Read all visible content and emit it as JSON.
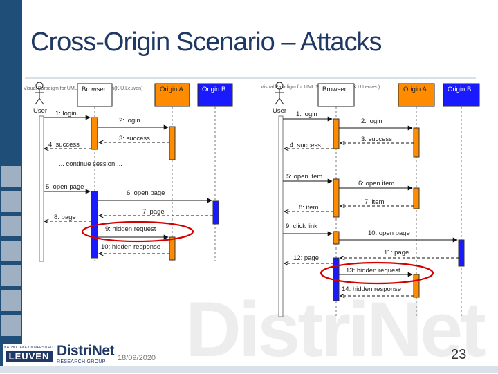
{
  "slide": {
    "title": "Cross-Origin Scenario – Attacks",
    "date": "18/09/2020",
    "page_number": "23",
    "watermark": "DistriNet"
  },
  "branding": {
    "university_top": "KATHOLIEKE UNIVERSITEIT",
    "university_name": "LEUVEN",
    "group_name": "DistriNet",
    "group_sub": "RESEARCH GROUP"
  },
  "colors": {
    "theme_blue": "#1f3864",
    "origin_a": "#ff8c00",
    "origin_b": "#1a1aff",
    "highlight": "#d40000"
  },
  "diagram_left": {
    "tool_label": "Visual Paradigm for UML Standard Edition(K.U.Leuven)",
    "actors": [
      "User",
      "Browser",
      "Origin A",
      "Origin B"
    ],
    "messages": [
      "1: login",
      "2: login",
      "3: success",
      "4: success",
      "... continue session ...",
      "5: open page",
      "6: open page",
      "7: page",
      "8: page",
      "9: hidden request",
      "10: hidden response"
    ]
  },
  "diagram_right": {
    "tool_label": "Visual Paradigm for UML Standard Edition(K.U.Leuven)",
    "actors": [
      "User",
      "Browser",
      "Origin A",
      "Origin B"
    ],
    "messages": [
      "1: login",
      "2: login",
      "3: success",
      "4: success",
      "5: open item",
      "6: open item",
      "7: item",
      "8: item",
      "9: click link",
      "10: open page",
      "11: page",
      "12: page",
      "13: hidden request",
      "14: hidden response"
    ]
  }
}
